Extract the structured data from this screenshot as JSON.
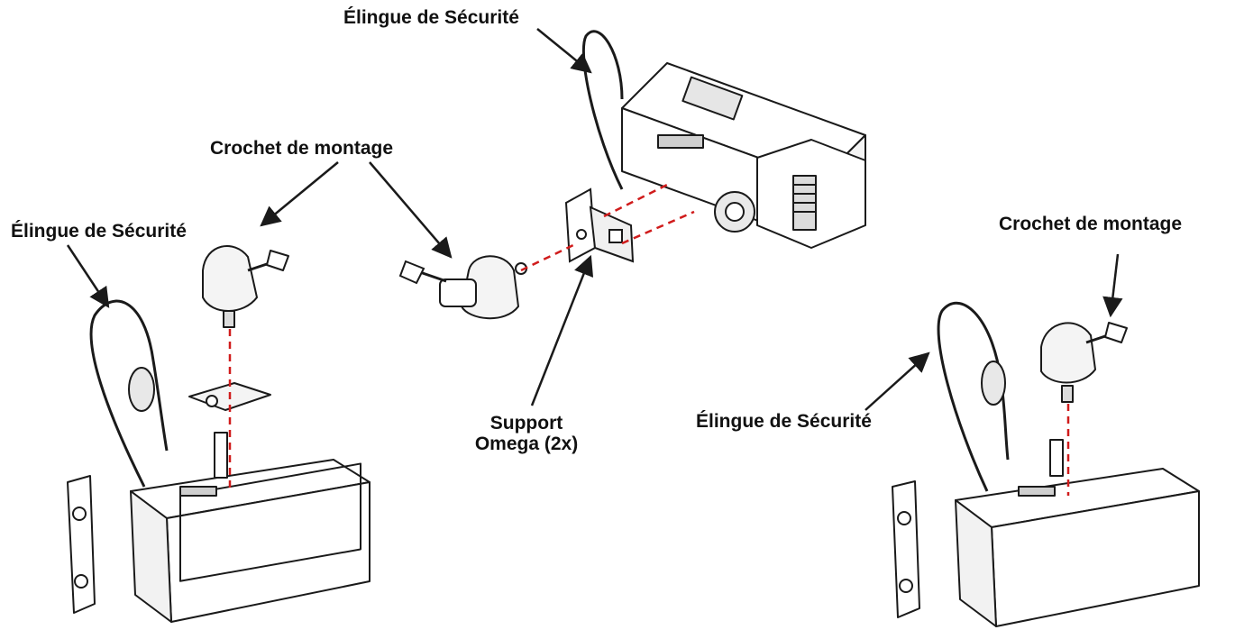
{
  "labels": {
    "top_safety": "Élingue de Sécurité",
    "left_hook": "Crochet de montage",
    "left_safety": "Élingue de Sécurité",
    "support_line1": "Support",
    "support_line2": "Omega (2x)",
    "right_hook": "Crochet de montage",
    "right_safety": "Élingue de Sécurité"
  },
  "colors": {
    "line": "#1a1a1a",
    "dash": "#d01c1c",
    "fill": "#ffffff",
    "shade": "#d9d9d9"
  }
}
